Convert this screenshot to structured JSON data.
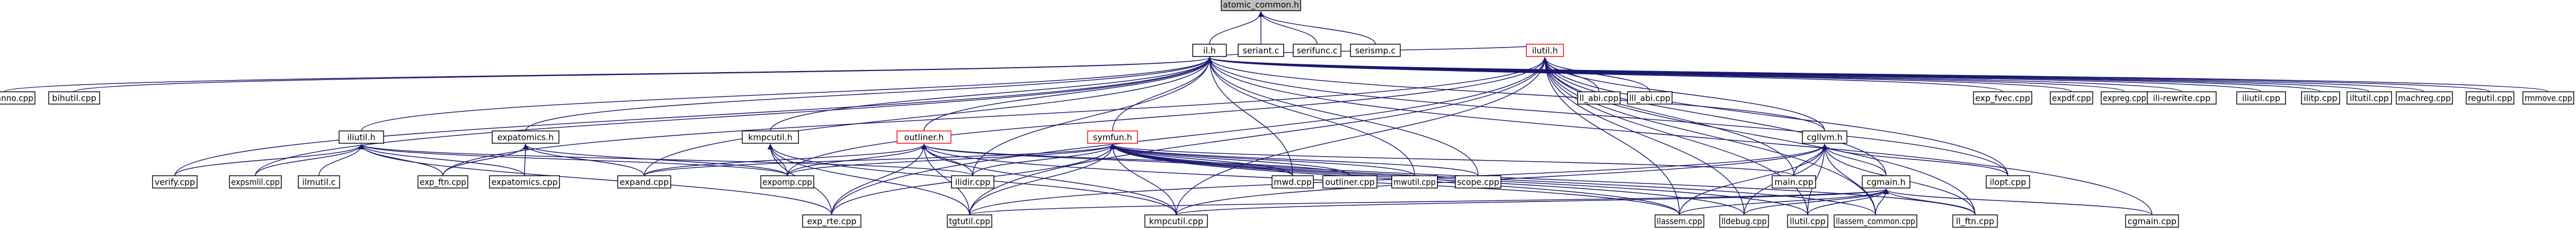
{
  "colors": {
    "edge": "#191970",
    "root_fill": "#bfbfbf",
    "node_border": "#000000",
    "highlight_border": "#ff0000"
  },
  "nodes": [
    {
      "id": "n_atomic",
      "label": "atomic_common.h",
      "kind": "root"
    },
    {
      "id": "n_ilh",
      "label": "il.h"
    },
    {
      "id": "n_seriant",
      "label": "seriant.c"
    },
    {
      "id": "n_serifunc",
      "label": "serifunc.c"
    },
    {
      "id": "n_serismp",
      "label": "serismp.c"
    },
    {
      "id": "n_ilutil_h",
      "label": "ilutil.h",
      "kind": "red"
    },
    {
      "id": "n_exp_fvec",
      "label": "exp_fvec.cpp"
    },
    {
      "id": "n_expdf",
      "label": "expdf.cpp"
    },
    {
      "id": "n_expreg",
      "label": "expreg.cpp"
    },
    {
      "id": "n_ilirewrite",
      "label": "ili-rewrite.cpp"
    },
    {
      "id": "n_iliutil",
      "label": "iliutil.cpp"
    },
    {
      "id": "n_ilitp",
      "label": "ilitp.cpp"
    },
    {
      "id": "n_iltutil",
      "label": "iltutil.cpp"
    },
    {
      "id": "n_machreg",
      "label": "machreg.cpp"
    },
    {
      "id": "n_regutil",
      "label": "regutil.cpp"
    },
    {
      "id": "n_rmmove",
      "label": "rmmove.cpp"
    },
    {
      "id": "n_asm_anno",
      "label": "asm_anno.cpp"
    },
    {
      "id": "n_bihutil",
      "label": "bihutil.cpp"
    },
    {
      "id": "n_iliutil_h",
      "label": "iliutil.h"
    },
    {
      "id": "n_expatomics_h",
      "label": "expatomics.h"
    },
    {
      "id": "n_kmpcutil_h",
      "label": "kmpcutil.h"
    },
    {
      "id": "n_outliner_h",
      "label": "outliner.h",
      "kind": "red"
    },
    {
      "id": "n_symfun_h",
      "label": "symfun.h",
      "kind": "red"
    },
    {
      "id": "n_ll_abi",
      "label": "ll_abi.cpp"
    },
    {
      "id": "n_lll_abi",
      "label": "lll_abi.cpp"
    },
    {
      "id": "n_cgllvm_h",
      "label": "cgllvm.h"
    },
    {
      "id": "n_ilopt",
      "label": "ilopt.cpp"
    },
    {
      "id": "n_verify",
      "label": "verify.cpp"
    },
    {
      "id": "n_expsml",
      "label": "expsmlil.cpp"
    },
    {
      "id": "n_ilmutil",
      "label": "ilmutil.c"
    },
    {
      "id": "n_exp_ftn",
      "label": "exp_ftn.cpp"
    },
    {
      "id": "n_expatomics_cpp",
      "label": "expatomics.cpp"
    },
    {
      "id": "n_expand",
      "label": "expand.cpp"
    },
    {
      "id": "n_expomp",
      "label": "expomp.cpp"
    },
    {
      "id": "n_ilidir",
      "label": "ilidir.cpp"
    },
    {
      "id": "n_mwd",
      "label": "mwd.cpp"
    },
    {
      "id": "n_outliner_cpp",
      "label": "outliner.cpp"
    },
    {
      "id": "n_mwutil",
      "label": "mwutil.cpp"
    },
    {
      "id": "n_scope",
      "label": "scope.cpp"
    },
    {
      "id": "n_main",
      "label": "main.cpp"
    },
    {
      "id": "n_cgmain_h",
      "label": "cgmain.h"
    },
    {
      "id": "n_exp_rte",
      "label": "exp_rte.cpp"
    },
    {
      "id": "n_tgtutil",
      "label": "tgtutil.cpp"
    },
    {
      "id": "n_kmpcutil_cpp",
      "label": "kmpcutil.cpp"
    },
    {
      "id": "n_llassem",
      "label": "llassem.cpp"
    },
    {
      "id": "n_lldebug",
      "label": "lldebug.cpp"
    },
    {
      "id": "n_llutil",
      "label": "llutil.cpp"
    },
    {
      "id": "n_llassem_common",
      "label": "llassem_common.cpp"
    },
    {
      "id": "n_ll_ftn",
      "label": "ll_ftn.cpp"
    },
    {
      "id": "n_cgmain_cpp",
      "label": "cgmain.cpp"
    }
  ],
  "edges": [
    [
      "n_atomic",
      "n_ilh"
    ],
    [
      "n_atomic",
      "n_seriant"
    ],
    [
      "n_atomic",
      "n_serifunc"
    ],
    [
      "n_atomic",
      "n_serismp"
    ],
    [
      "n_ilh",
      "n_ilutil_h"
    ],
    [
      "n_ilh",
      "n_asm_anno"
    ],
    [
      "n_ilh",
      "n_bihutil"
    ],
    [
      "n_ilh",
      "n_iliutil_h"
    ],
    [
      "n_ilh",
      "n_expatomics_h"
    ],
    [
      "n_ilh",
      "n_kmpcutil_h"
    ],
    [
      "n_ilh",
      "n_outliner_h"
    ],
    [
      "n_ilh",
      "n_symfun_h"
    ],
    [
      "n_ilh",
      "n_cgllvm_h"
    ],
    [
      "n_ilh",
      "n_exp_fvec"
    ],
    [
      "n_ilh",
      "n_expdf"
    ],
    [
      "n_ilh",
      "n_expreg"
    ],
    [
      "n_ilh",
      "n_ilirewrite"
    ],
    [
      "n_ilh",
      "n_iliutil"
    ],
    [
      "n_ilh",
      "n_ilitp"
    ],
    [
      "n_ilh",
      "n_iltutil"
    ],
    [
      "n_ilh",
      "n_machreg"
    ],
    [
      "n_ilh",
      "n_regutil"
    ],
    [
      "n_ilh",
      "n_rmmove"
    ],
    [
      "n_ilh",
      "n_verify"
    ],
    [
      "n_ilh",
      "n_expsml"
    ],
    [
      "n_ilh",
      "n_mwd"
    ],
    [
      "n_ilh",
      "n_mwutil"
    ],
    [
      "n_ilh",
      "n_scope"
    ],
    [
      "n_ilh",
      "n_ilopt"
    ],
    [
      "n_ilh",
      "n_cgmain_cpp"
    ],
    [
      "n_ilh",
      "n_expand"
    ],
    [
      "n_ilh",
      "n_ilidir"
    ],
    [
      "n_ilutil_h",
      "n_ll_abi"
    ],
    [
      "n_ilutil_h",
      "n_lll_abi"
    ],
    [
      "n_ilutil_h",
      "n_cgllvm_h"
    ],
    [
      "n_ilutil_h",
      "n_ilopt"
    ],
    [
      "n_ilutil_h",
      "n_exp_rte"
    ],
    [
      "n_ilutil_h",
      "n_tgtutil"
    ],
    [
      "n_ilutil_h",
      "n_kmpcutil_cpp"
    ],
    [
      "n_ilutil_h",
      "n_llassem"
    ],
    [
      "n_ilutil_h",
      "n_lldebug"
    ],
    [
      "n_ilutil_h",
      "n_llutil"
    ],
    [
      "n_ilutil_h",
      "n_llassem_common"
    ],
    [
      "n_ilutil_h",
      "n_ll_ftn"
    ],
    [
      "n_ilutil_h",
      "n_cgmain_h"
    ],
    [
      "n_ilutil_h",
      "n_main"
    ],
    [
      "n_ilutil_h",
      "n_exp_ftn"
    ],
    [
      "n_ilutil_h",
      "n_expomp"
    ],
    [
      "n_iliutil_h",
      "n_verify"
    ],
    [
      "n_iliutil_h",
      "n_expsml"
    ],
    [
      "n_iliutil_h",
      "n_ilmutil"
    ],
    [
      "n_iliutil_h",
      "n_exp_ftn"
    ],
    [
      "n_iliutil_h",
      "n_expatomics_cpp"
    ],
    [
      "n_iliutil_h",
      "n_expomp"
    ],
    [
      "n_iliutil_h",
      "n_ilidir"
    ],
    [
      "n_iliutil_h",
      "n_exp_rte"
    ],
    [
      "n_expatomics_h",
      "n_exp_ftn"
    ],
    [
      "n_expatomics_h",
      "n_expatomics_cpp"
    ],
    [
      "n_expatomics_h",
      "n_expand"
    ],
    [
      "n_expatomics_h",
      "n_expomp"
    ],
    [
      "n_kmpcutil_h",
      "n_expomp"
    ],
    [
      "n_kmpcutil_h",
      "n_exp_rte"
    ],
    [
      "n_kmpcutil_h",
      "n_tgtutil"
    ],
    [
      "n_kmpcutil_h",
      "n_kmpcutil_cpp"
    ],
    [
      "n_outliner_h",
      "n_expomp"
    ],
    [
      "n_outliner_h",
      "n_ilidir"
    ],
    [
      "n_outliner_h",
      "n_mwd"
    ],
    [
      "n_outliner_h",
      "n_outliner_cpp"
    ],
    [
      "n_outliner_h",
      "n_exp_rte"
    ],
    [
      "n_outliner_h",
      "n_tgtutil"
    ],
    [
      "n_outliner_h",
      "n_kmpcutil_cpp"
    ],
    [
      "n_outliner_h",
      "n_llassem"
    ],
    [
      "n_outliner_h",
      "n_expand"
    ],
    [
      "n_symfun_h",
      "n_expomp"
    ],
    [
      "n_symfun_h",
      "n_ilidir"
    ],
    [
      "n_symfun_h",
      "n_mwd"
    ],
    [
      "n_symfun_h",
      "n_outliner_cpp"
    ],
    [
      "n_symfun_h",
      "n_mwutil"
    ],
    [
      "n_symfun_h",
      "n_scope"
    ],
    [
      "n_symfun_h",
      "n_exp_rte"
    ],
    [
      "n_symfun_h",
      "n_tgtutil"
    ],
    [
      "n_symfun_h",
      "n_kmpcutil_cpp"
    ],
    [
      "n_symfun_h",
      "n_llassem"
    ],
    [
      "n_symfun_h",
      "n_lldebug"
    ],
    [
      "n_symfun_h",
      "n_llutil"
    ],
    [
      "n_symfun_h",
      "n_llassem_common"
    ],
    [
      "n_symfun_h",
      "n_ll_ftn"
    ],
    [
      "n_symfun_h",
      "n_main"
    ],
    [
      "n_symfun_h",
      "n_expand"
    ],
    [
      "n_cgllvm_h",
      "n_main"
    ],
    [
      "n_cgllvm_h",
      "n_cgmain_h"
    ],
    [
      "n_cgllvm_h",
      "n_llassem"
    ],
    [
      "n_cgllvm_h",
      "n_lldebug"
    ],
    [
      "n_cgllvm_h",
      "n_llutil"
    ],
    [
      "n_cgllvm_h",
      "n_llassem_common"
    ],
    [
      "n_cgllvm_h",
      "n_ll_ftn"
    ],
    [
      "n_cgllvm_h",
      "n_ilopt"
    ],
    [
      "n_cgllvm_h",
      "n_kmpcutil_cpp"
    ],
    [
      "n_cgllvm_h",
      "n_tgtutil"
    ],
    [
      "n_cgmain_h",
      "n_llassem"
    ],
    [
      "n_cgmain_h",
      "n_lldebug"
    ],
    [
      "n_cgmain_h",
      "n_llutil"
    ],
    [
      "n_cgmain_h",
      "n_llassem_common"
    ],
    [
      "n_cgmain_h",
      "n_ll_ftn"
    ],
    [
      "n_cgmain_h",
      "n_cgmain_cpp"
    ],
    [
      "n_cgmain_h",
      "n_kmpcutil_cpp"
    ],
    [
      "n_cgmain_h",
      "n_tgtutil"
    ]
  ]
}
